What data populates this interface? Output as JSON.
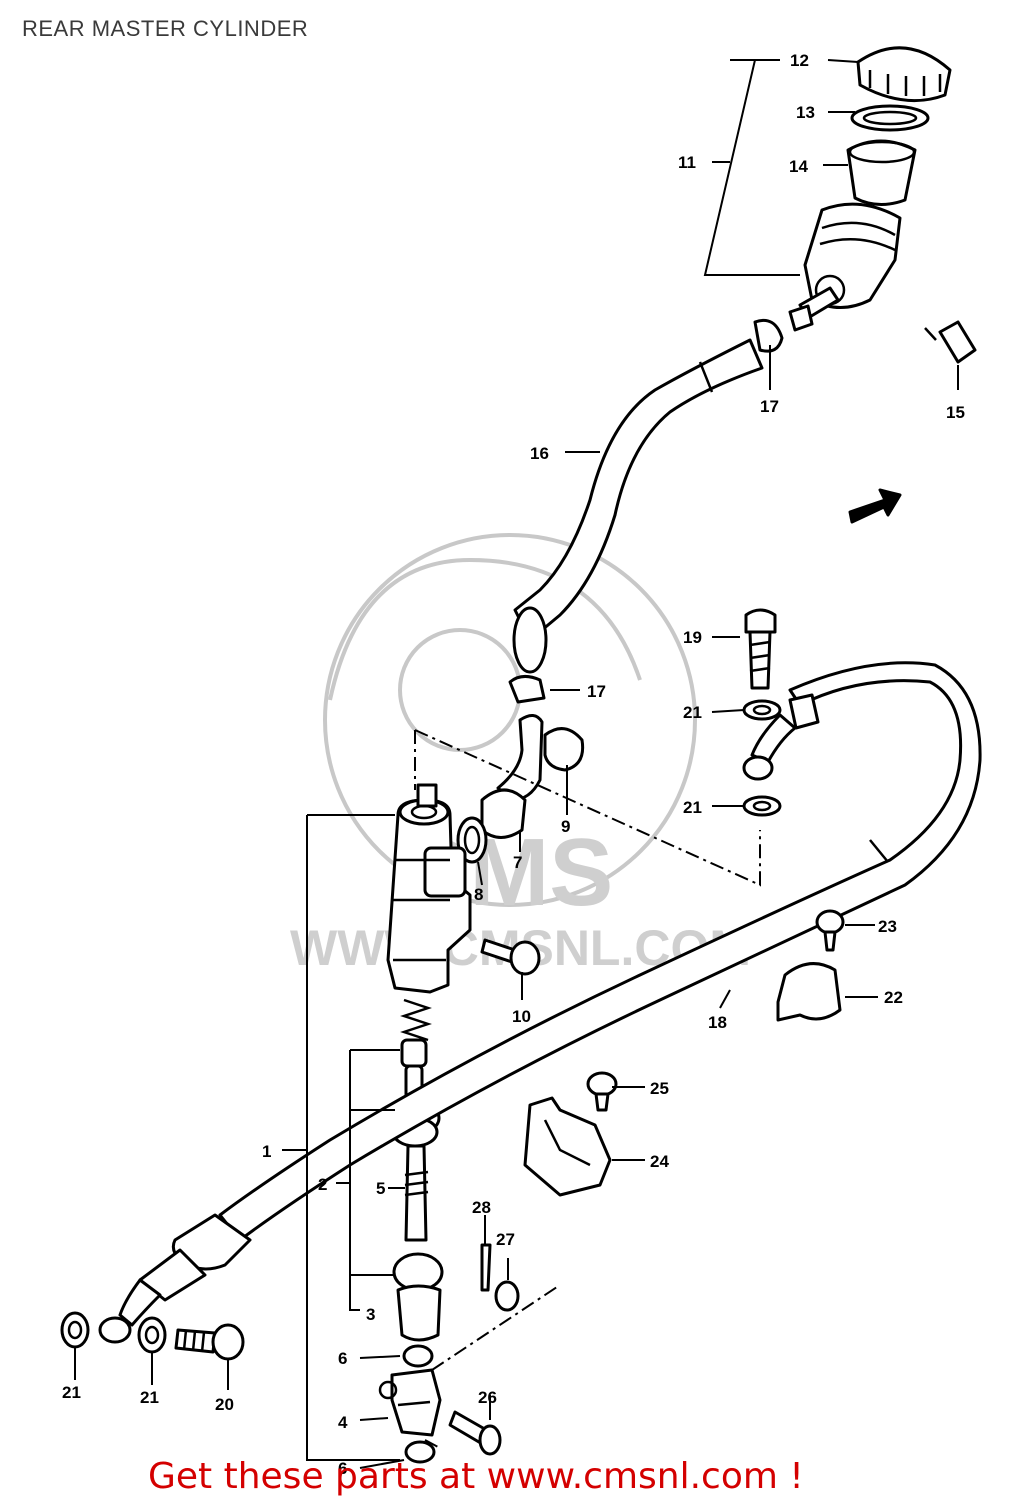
{
  "title": "REAR MASTER CYLINDER",
  "watermark": {
    "brand": "CMS",
    "site": "WWW.CMSNL.COM"
  },
  "footer": "Get these parts at www.cmsnl.com !",
  "callouts": [
    "1",
    "2",
    "3",
    "4",
    "5",
    "6",
    "6",
    "7",
    "8",
    "9",
    "10",
    "11",
    "12",
    "13",
    "14",
    "15",
    "16",
    "17",
    "17",
    "18",
    "19",
    "20",
    "21",
    "21",
    "21",
    "21",
    "22",
    "23",
    "24",
    "25",
    "26",
    "27",
    "28"
  ],
  "colors": {
    "footer": "#d40000",
    "title": "#3a3a3a",
    "lines": "#000000",
    "watermark": "#c8c8c8"
  }
}
